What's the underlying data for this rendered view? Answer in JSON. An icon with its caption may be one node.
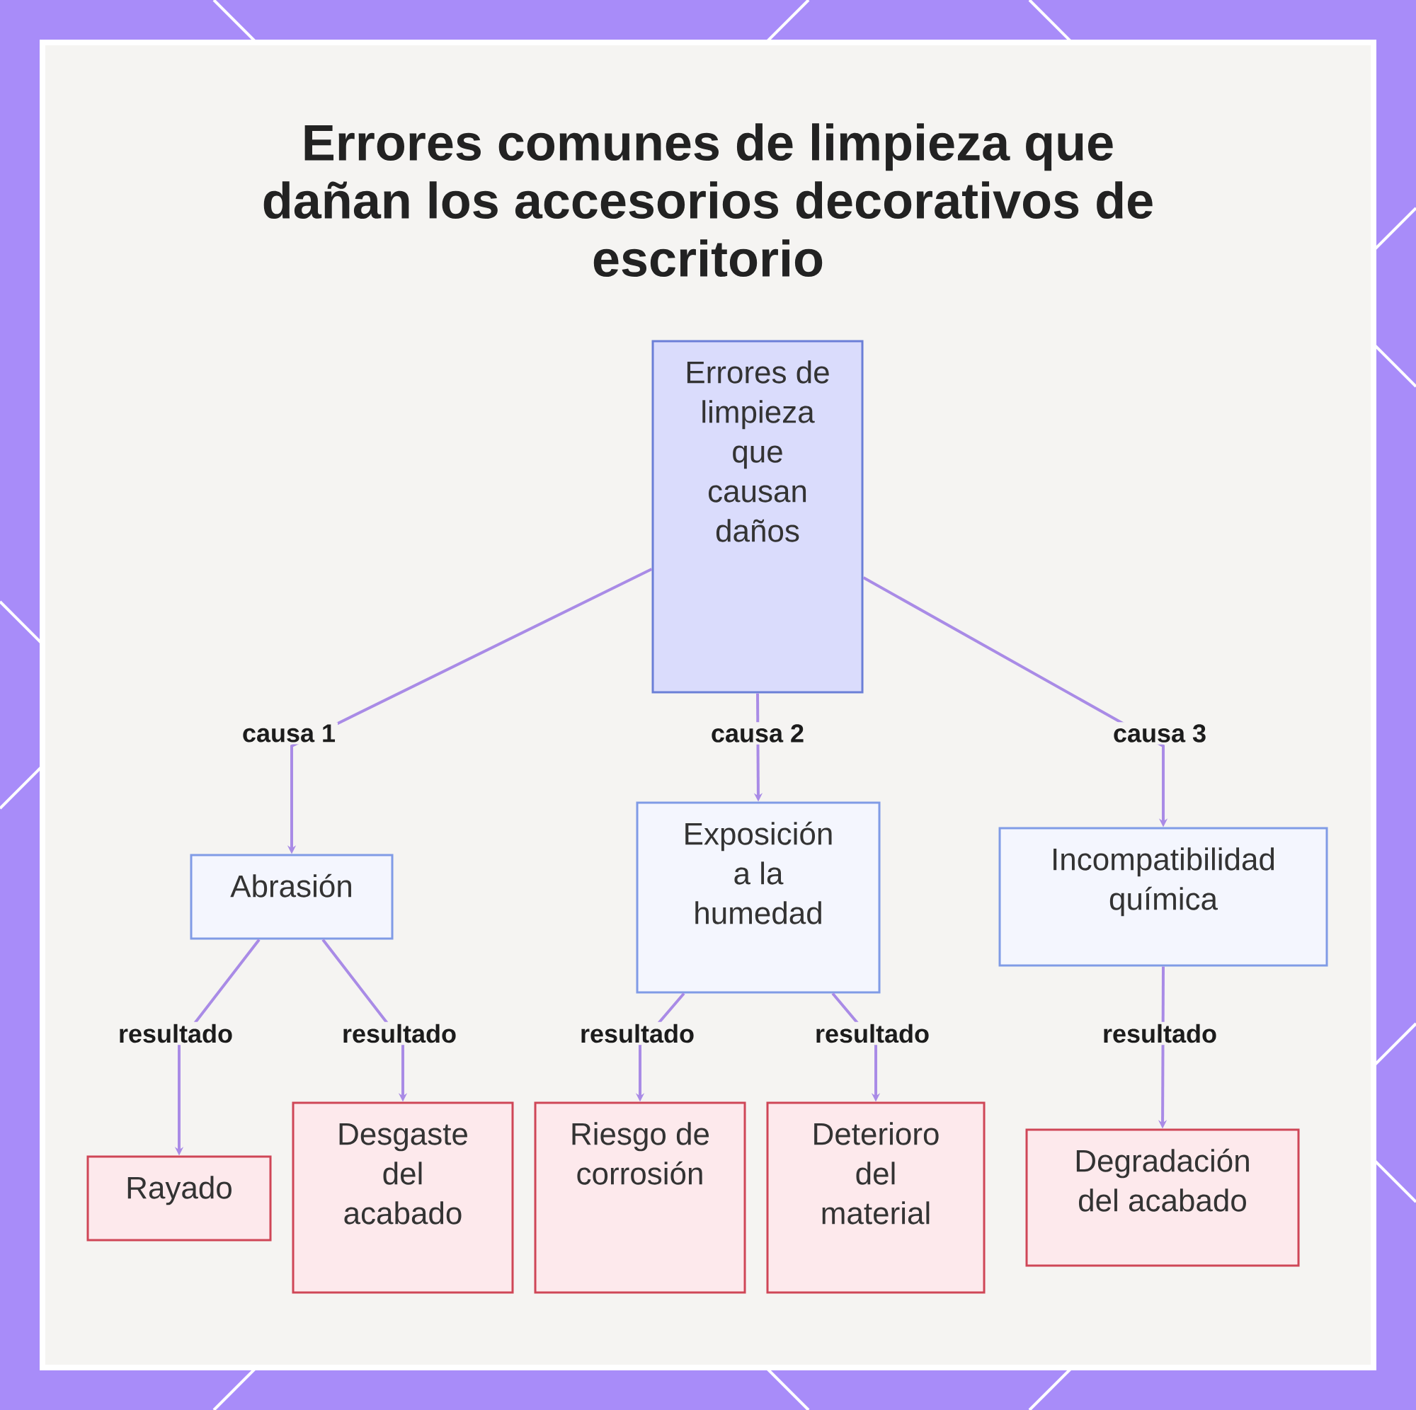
{
  "diagram": {
    "title": "Errores comunes de limpieza que dañan los accesorios decorativos de escritorio",
    "nodes": [
      {
        "text": [
          "Errores de limpieza que causan daños"
        ]
      },
      {
        "text": [
          "Abrasión"
        ]
      },
      {
        "text": [
          "Exposición a la humedad"
        ]
      },
      {
        "text": [
          "Incompatibilidad química"
        ]
      },
      {
        "text": [
          "Rayado"
        ]
      },
      {
        "text": [
          "Desgaste del acabado"
        ]
      },
      {
        "text": [
          "Riesgo de corrosión"
        ]
      },
      {
        "text": [
          "Deterioro del material"
        ]
      },
      {
        "text": [
          "Degradación del acabado"
        ]
      }
    ],
    "edges": [
      {
        "from": 0,
        "to": 1,
        "arrow": "to",
        "label": "causa 1"
      },
      {
        "from": 0,
        "to": 2,
        "arrow": "to",
        "label": "causa 2"
      },
      {
        "from": 0,
        "to": 3,
        "arrow": "to",
        "label": "causa 3"
      },
      {
        "from": 1,
        "to": 4,
        "arrow": "to",
        "label": "resultado"
      },
      {
        "from": 1,
        "to": 5,
        "arrow": "to",
        "label": "resultado"
      },
      {
        "from": 2,
        "to": 6,
        "arrow": "to",
        "label": "resultado"
      },
      {
        "from": 2,
        "to": 7,
        "arrow": "to",
        "label": "resultado"
      },
      {
        "from": 3,
        "to": 8,
        "arrow": "to",
        "label": "resultado"
      }
    ]
  }
}
